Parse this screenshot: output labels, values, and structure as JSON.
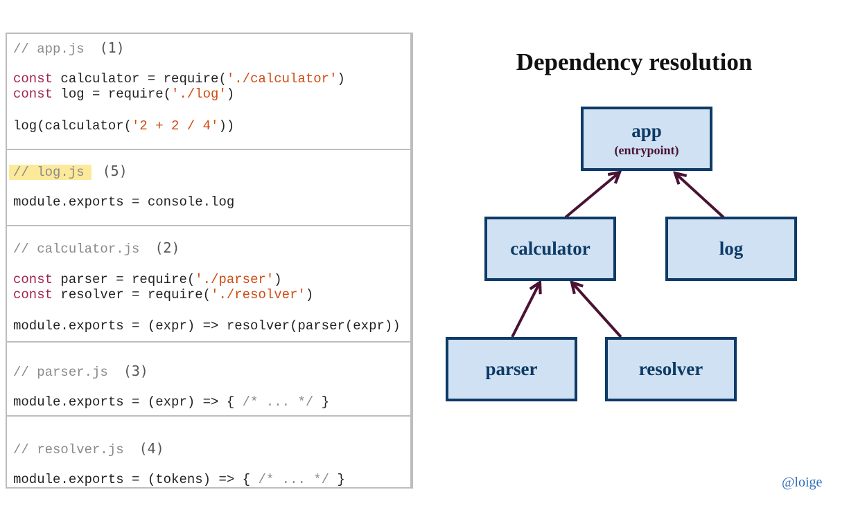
{
  "code_panel": {
    "app": {
      "comment": "// app.js",
      "order": "(1)",
      "line1": {
        "kw": "const",
        "mid": " calculator = require(",
        "str": "'./calculator'",
        "end": ")"
      },
      "line2": {
        "kw": "const",
        "mid": " log = require(",
        "str": "'./log'",
        "end": ")"
      },
      "line3": {
        "pre": "log(calculator(",
        "str": "'2 + 2 / 4'",
        "end": "))"
      }
    },
    "log": {
      "comment": "// log.js",
      "order": "(5)",
      "line1": "module.exports = console.log"
    },
    "calculator": {
      "comment": "// calculator.js",
      "order": "(2)",
      "line1": {
        "kw": "const",
        "mid": " parser = require(",
        "str": "'./parser'",
        "end": ")"
      },
      "line2": {
        "kw": "const",
        "mid": " resolver = require(",
        "str": "'./resolver'",
        "end": ")"
      },
      "line3": "module.exports = (expr) => resolver(parser(expr))"
    },
    "parser": {
      "comment": "// parser.js",
      "order": "(3)",
      "line1": {
        "pre": "module.exports = (expr) => { ",
        "cm": "/* ... */",
        "end": " }"
      }
    },
    "resolver": {
      "comment": "// resolver.js",
      "order": "(4)",
      "line1": {
        "pre": "module.exports = (tokens) => { ",
        "cm": "/* ... */",
        "end": " }"
      }
    }
  },
  "diagram": {
    "title": "Dependency resolution",
    "nodes": {
      "app": {
        "label": "app",
        "sublabel": "(entrypoint)"
      },
      "calculator": {
        "label": "calculator"
      },
      "log": {
        "label": "log"
      },
      "parser": {
        "label": "parser"
      },
      "resolver": {
        "label": "resolver"
      }
    },
    "colors": {
      "node_fill": "#cfe1f2",
      "node_border": "#0d3a66",
      "arrow": "#4a1233"
    }
  },
  "credit": "@loige"
}
